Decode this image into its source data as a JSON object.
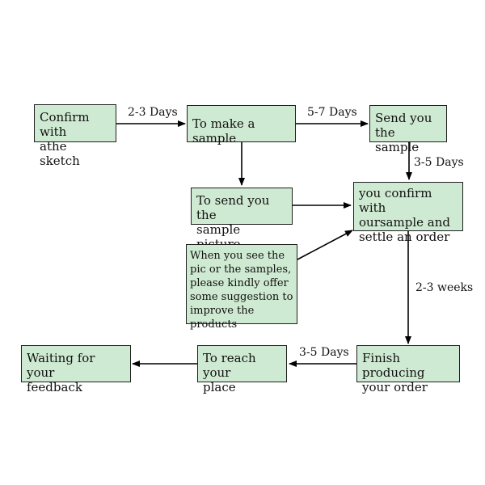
{
  "diagram": {
    "nodes": {
      "confirm_sketch": "Confirm with\nathe sketch",
      "make_sample": "To make a sample",
      "send_sample": "Send you\nthe sample",
      "send_picture": "To send you the\nsample picture",
      "confirm_order": "you confirm with\noursample and\nsettle an order",
      "suggestion": "When you see the\npic or the samples,\nplease kindly offer\nsome suggestion to\nimprove the products",
      "finish_order": "Finish producing\nyour order",
      "reach_place": "To reach your\nplace",
      "waiting_feedback": "Waiting for your\nfeedback"
    },
    "edge_labels": {
      "sketch_to_sample": "2-3 Days",
      "sample_to_send": "5-7 Days",
      "send_to_confirm": "3-5 Days",
      "confirm_to_finish": "2-3 weeks",
      "finish_to_reach": "3-5 Days"
    },
    "colors": {
      "box_fill": "#cfead2",
      "box_border": "#1f1f1f",
      "arrow": "#000000"
    }
  }
}
